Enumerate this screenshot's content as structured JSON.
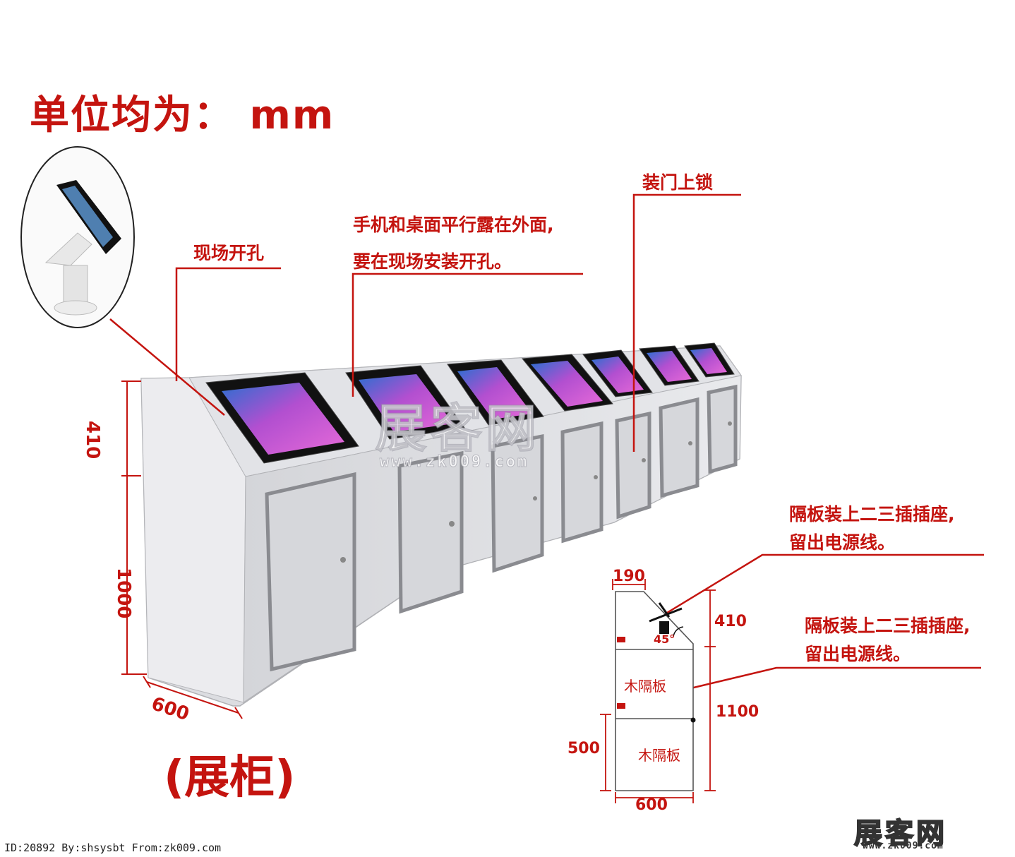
{
  "title": "单位均为： mm",
  "caption": "(展柜)",
  "notes": {
    "onsite_hole": "现场开孔",
    "phone_parallel_1": "手机和桌面平行露在外面,",
    "phone_parallel_2": "要在现场安装开孔。",
    "door_lock": "装门上锁",
    "socket_upper_1": "隔板装上二三插插座,",
    "socket_upper_2": "留出电源线。",
    "socket_lower_1": "隔板装上二三插插座,",
    "socket_lower_2": "留出电源线。"
  },
  "main_dims": {
    "h_top": "410",
    "h_body": "1000",
    "depth": "600"
  },
  "section": {
    "top_width": "190",
    "h_top": "410",
    "angle": "45°",
    "total_h": "1100",
    "lower_h": "500",
    "bottom_width": "600",
    "shelf_upper": "木隔板",
    "shelf_lower": "木隔板"
  },
  "watermark": {
    "text": "展客网",
    "url": "www.zk009.com"
  },
  "logo": {
    "text": "展客网",
    "url": "www.zk009.com"
  },
  "footer": "ID:20892 By:shsysbt From:zk009.com",
  "colors": {
    "annotation": "#c4140f",
    "cabinet": "#dedfe3",
    "door_frame": "#8a8b90"
  }
}
